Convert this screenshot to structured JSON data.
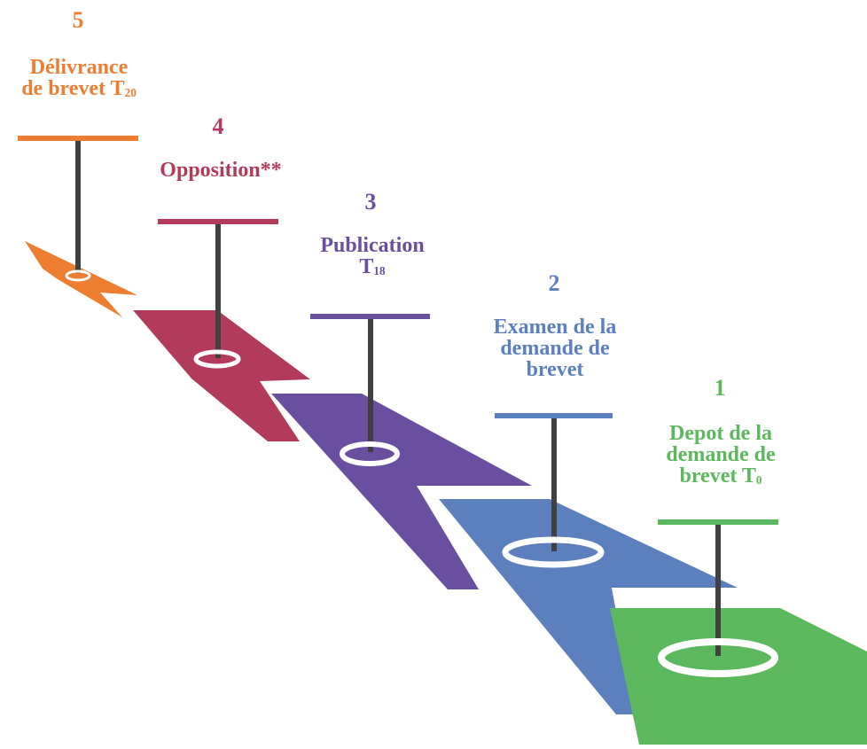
{
  "steps": [
    {
      "number": "5",
      "title_line1": "Délivrance",
      "title_line2": "de brevet T",
      "subscript": "20",
      "color": "#ed7d31"
    },
    {
      "number": "4",
      "title_line1": "Opposition**",
      "color": "#b23a5b"
    },
    {
      "number": "3",
      "title_line1": "Publication",
      "title_line2": "T",
      "subscript": "18",
      "color": "#6a4fa0"
    },
    {
      "number": "2",
      "title_line1": "Examen de la",
      "title_line2": "demande de",
      "title_line3": "brevet",
      "color": "#5b80bd"
    },
    {
      "number": "1",
      "title_line1": "Depot de la",
      "title_line2": "demande de",
      "title_line3": "brevet T",
      "subscript": "0",
      "color": "#5cb85c"
    }
  ],
  "pole_color": "#404040"
}
